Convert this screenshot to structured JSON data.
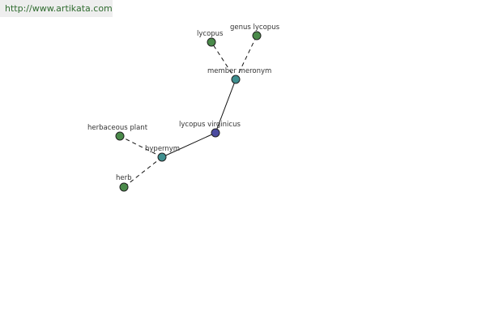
{
  "watermark": {
    "text": "http://www.artikata.com"
  },
  "colors": {
    "center_node": "#4b4ba0",
    "relation_node": "#3f8f8f",
    "term_node": "#4a8a4a",
    "watermark_bg": "#eeeeee",
    "watermark_text": "#2f6b2f"
  },
  "graph": {
    "nodes": [
      {
        "id": "center",
        "label": "lycopus virginicus",
        "kind": "center"
      },
      {
        "id": "member_meronym",
        "label": "member meronym",
        "kind": "relation"
      },
      {
        "id": "hypernym",
        "label": "hypernym",
        "kind": "relation"
      },
      {
        "id": "lycopus",
        "label": "lycopus",
        "kind": "term"
      },
      {
        "id": "genus_lycopus",
        "label": "genus lycopus",
        "kind": "term"
      },
      {
        "id": "herbaceous_plant",
        "label": "herbaceous plant",
        "kind": "term"
      },
      {
        "id": "herb",
        "label": "herb",
        "kind": "term"
      }
    ],
    "edges": [
      {
        "from": "center",
        "to": "member_meronym",
        "style": "solid"
      },
      {
        "from": "center",
        "to": "hypernym",
        "style": "solid"
      },
      {
        "from": "member_meronym",
        "to": "lycopus",
        "style": "dashed"
      },
      {
        "from": "member_meronym",
        "to": "genus_lycopus",
        "style": "dashed"
      },
      {
        "from": "hypernym",
        "to": "herbaceous_plant",
        "style": "dashed"
      },
      {
        "from": "hypernym",
        "to": "herb",
        "style": "dashed"
      }
    ]
  }
}
